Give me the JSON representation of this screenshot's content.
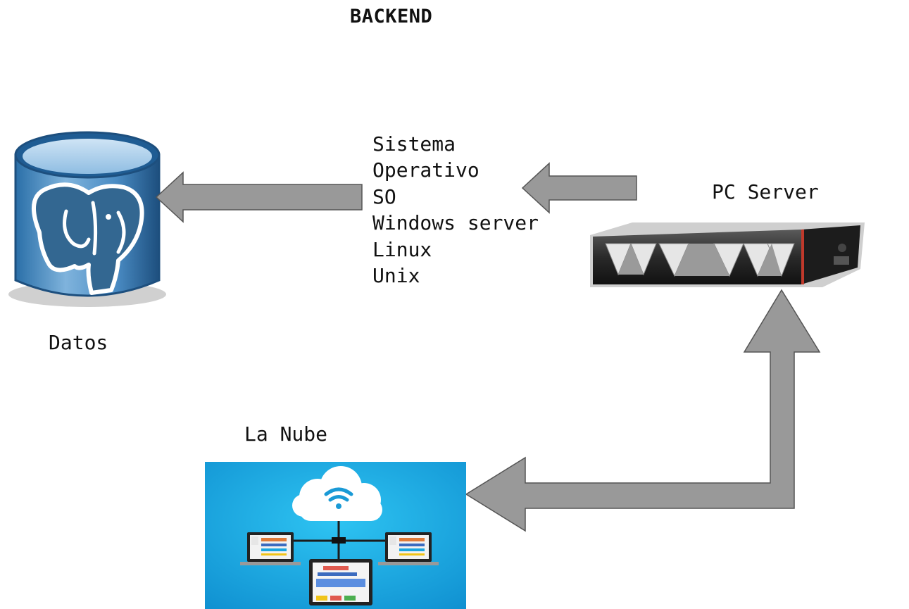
{
  "title": "BACKEND",
  "nodes": {
    "database": {
      "label": "Datos",
      "icon": "postgresql-database-icon"
    },
    "server": {
      "label": "PC Server",
      "icon": "rack-server-icon"
    },
    "cloud": {
      "label": "La Nube",
      "icon": "cloud-network-icon"
    }
  },
  "os_block": {
    "lines": [
      "Sistema",
      "Operativo",
      "SO",
      "Windows server",
      "Linux",
      "Unix"
    ]
  },
  "colors": {
    "arrow_fill": "#999999",
    "arrow_stroke": "#555555",
    "db_blue": "#336791",
    "cloud_bg": "#1aa6e0"
  }
}
